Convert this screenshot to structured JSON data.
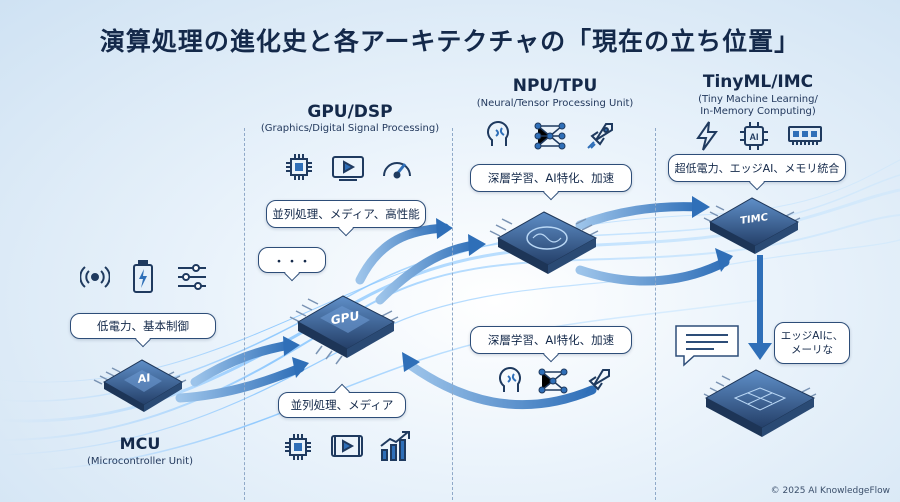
{
  "title": "演算処理の進化史と各アーキテクチャの「現在の立ち位置」",
  "stages": {
    "mcu": {
      "name": "MCU",
      "subtitle": "(Microcontroller Unit)",
      "chip_label": "AI",
      "bubble": "低電力、基本制御",
      "icons": [
        "wireless-signal-icon",
        "battery-charging-icon",
        "sliders-icon"
      ]
    },
    "gpu": {
      "name": "GPU/DSP",
      "subtitle": "(Graphics/Digital Signal Processing)",
      "chip_label": "GPU",
      "bubble_top": "並列処理、メディア、高性能",
      "bubble_dots": "・・・",
      "bubble_bottom": "並列処理、メディア",
      "icons_top": [
        "processor-chip-icon",
        "video-play-icon",
        "speedometer-icon"
      ],
      "icons_bottom": [
        "processor-chip-icon",
        "video-play-icon",
        "growth-chart-icon"
      ]
    },
    "npu": {
      "name": "NPU/TPU",
      "subtitle": "(Neural/Tensor Processing Unit)",
      "bubble_top": "深層学習、AI特化、加速",
      "bubble_bottom": "深層学習、AI特化、加速",
      "icons_top": [
        "brain-icon",
        "neural-network-icon",
        "rocket-icon"
      ],
      "icons_bottom": [
        "brain-icon",
        "neural-network-icon",
        "rocket-icon"
      ]
    },
    "tinyml": {
      "name": "TinyML/IMC",
      "subtitle_line1": "(Tiny Machine Learning/",
      "subtitle_line2": "In-Memory Computing)",
      "chip_label": "TIMC",
      "bubble": "超低電力、エッジAI、メモリ統合",
      "bubble_side_line1": "エッジAIに、",
      "bubble_side_line2": "メーリな",
      "icons": [
        "lightning-icon",
        "ai-chip-icon",
        "memory-module-icon"
      ]
    }
  },
  "footer": "© 2025 AI KnowledgeFlow",
  "colors": {
    "navy": "#14294a",
    "accent": "#2f6fb8",
    "chip": "#2a4c7a",
    "chip_light": "#5d8ecb"
  }
}
